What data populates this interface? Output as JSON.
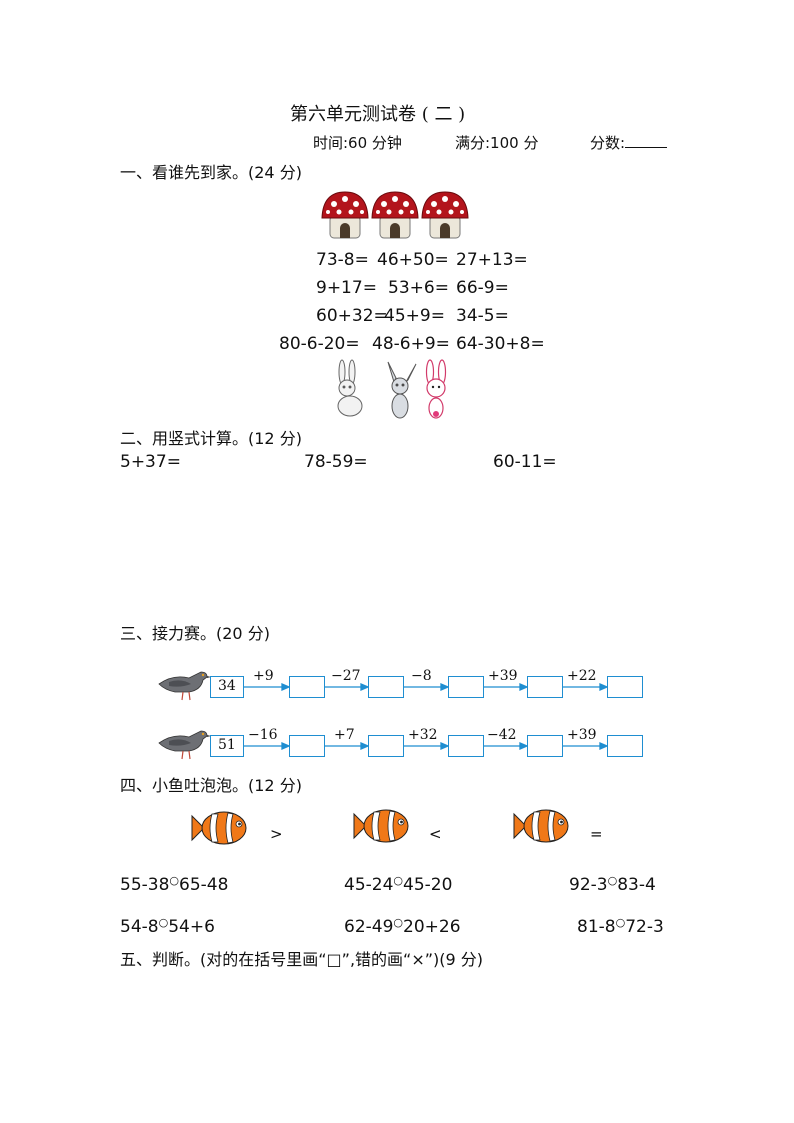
{
  "header": {
    "title": "第六单元测试卷 ( 二 )",
    "time_label": "时间:60 分钟",
    "full_score_label": "满分:100 分",
    "score_label": "分数:"
  },
  "section1": {
    "heading": "一、看谁先到家。(24 分)",
    "rows": [
      [
        "73-8=",
        "46+50=",
        "27+13="
      ],
      [
        "9+17=",
        "53+6=",
        "66-9="
      ],
      [
        "60+32=",
        "45+9=",
        "34-5="
      ],
      [
        "80-6-20=",
        "48-6+9=",
        "64-30+8="
      ]
    ]
  },
  "section2": {
    "heading": "二、用竖式计算。(12 分)",
    "problems": [
      "5+37=",
      "78-59=",
      "60-11="
    ]
  },
  "section3": {
    "heading": "三、接力赛。(20 分)",
    "chains": [
      {
        "start": "34",
        "ops": [
          "+9",
          "−27",
          "−8",
          "+39",
          "+22"
        ]
      },
      {
        "start": "51",
        "ops": [
          "−16",
          "+7",
          "+32",
          "−42",
          "+39"
        ]
      }
    ]
  },
  "section4": {
    "heading": "四、小鱼吐泡泡。(12 分)",
    "symbols": [
      ">",
      "<",
      "="
    ],
    "row1": [
      {
        "left": "55-38",
        "right": "65-48"
      },
      {
        "left": "45-24",
        "right": "45-20"
      },
      {
        "left": "92-3",
        "right": "83-4"
      }
    ],
    "row2": [
      {
        "left": "54-8",
        "right": "54+6"
      },
      {
        "left": "62-49",
        "right": "20+26"
      },
      {
        "left": "81-8",
        "right": "72-3"
      }
    ],
    "bubble": "○"
  },
  "section5": {
    "heading": "五、判断。(对的在括号里画“□”,错的画“×”)(9 分)"
  },
  "colors": {
    "box_border": "#1f8ed1",
    "mushroom_cap": "#b3141c",
    "fish_orange": "#f07818"
  }
}
